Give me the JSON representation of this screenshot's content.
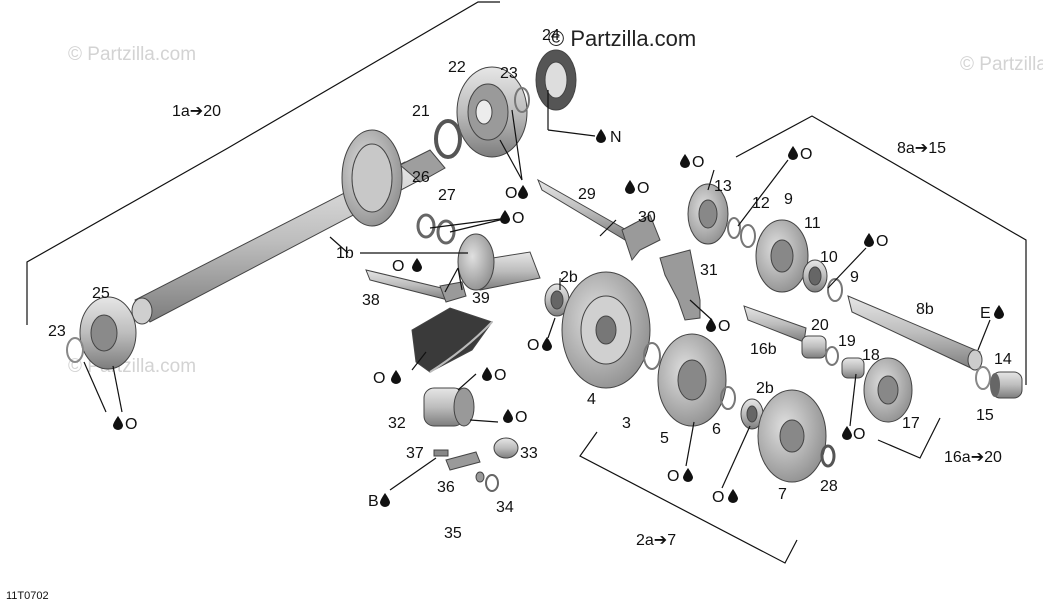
{
  "watermarks": {
    "main": "© Partzilla.com",
    "faint_1": "© Partzilla.com",
    "faint_2": "© Partzilla.com",
    "faint_3": "© Partzilla.com"
  },
  "figure_code": "11T0702",
  "labels": {
    "p1a_20": "1a➔20",
    "p1b": "1b",
    "p2a_7": "2a➔7",
    "p8a_15": "8a➔15",
    "p16a_20": "16a➔20",
    "p2b_top": "2b",
    "p2b_bottom": "2b",
    "p3": "3",
    "p4": "4",
    "p5": "5",
    "p6": "6",
    "p7": "7",
    "p8b": "8b",
    "p9_top": "9",
    "p9_bottom": "9",
    "p10": "10",
    "p11": "11",
    "p12": "12",
    "p13": "13",
    "p14": "14",
    "p15": "15",
    "p16b": "16b",
    "p17": "17",
    "p18": "18",
    "p19": "19",
    "p20": "20",
    "p21": "21",
    "p22": "22",
    "p23_top": "23",
    "p23_left": "23",
    "p24": "24",
    "p25": "25",
    "p26": "26",
    "p27": "27",
    "p28": "28",
    "p29": "29",
    "p30": "30",
    "p31": "31",
    "p32": "32",
    "p33": "33",
    "p34": "34",
    "p35": "35",
    "p36": "36",
    "p37": "37",
    "p38": "38",
    "p39": "39"
  },
  "lube_labels": {
    "n_seal": "N",
    "o_22": "O",
    "o_27": "O",
    "o_29": "O",
    "o_13": "O",
    "o_13b": "O",
    "o_10": "O",
    "o_39": "O",
    "o_31": "O",
    "o_2b": "O",
    "o_arm": "O",
    "o_arm2": "O",
    "o_32": "O",
    "o_5": "O",
    "o_6": "O",
    "o_18": "O",
    "o_25": "O",
    "b_37": "B",
    "e_14": "E"
  },
  "icons": {
    "drop": "oil-drop-icon",
    "arrow": "range-arrow-icon"
  }
}
